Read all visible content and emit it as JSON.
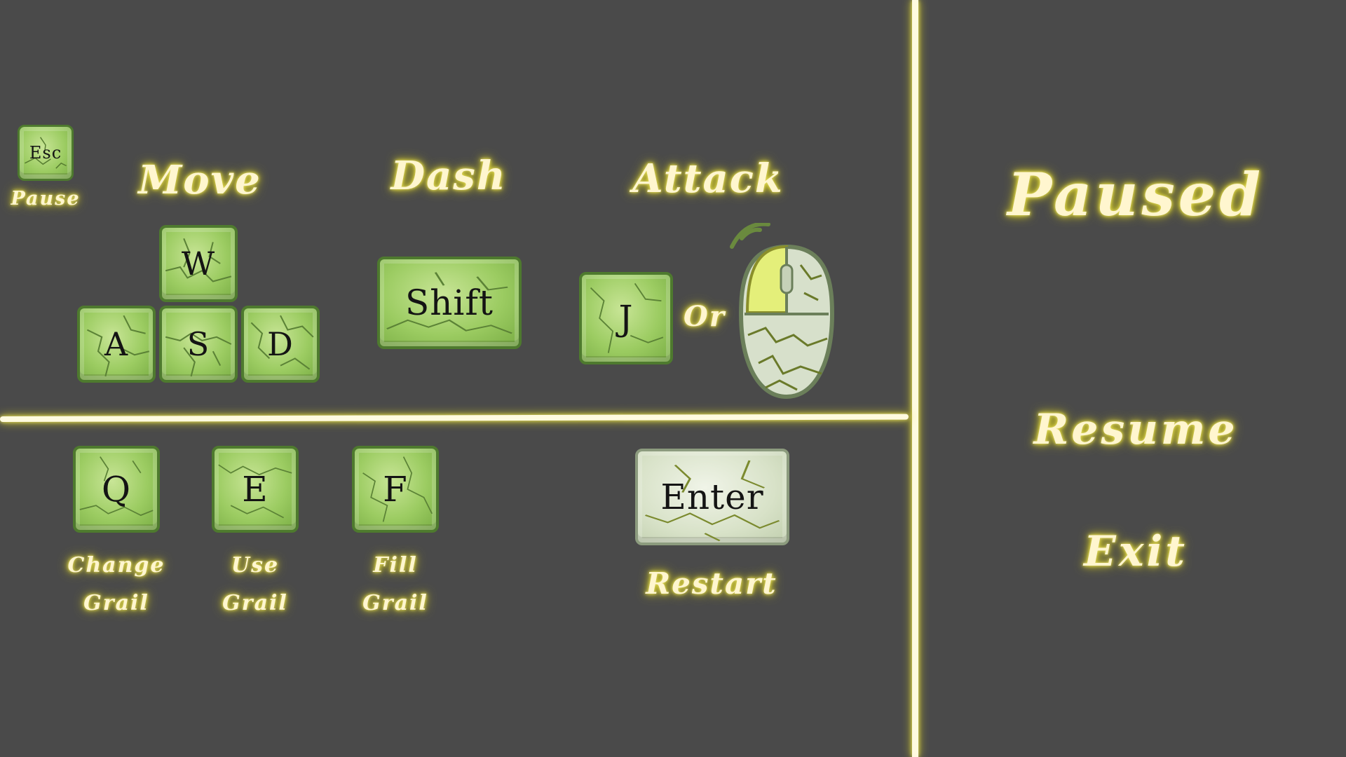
{
  "controls": {
    "pause": {
      "key": "Esc",
      "label": "Pause"
    },
    "move": {
      "title": "Move",
      "keys": [
        "W",
        "A",
        "S",
        "D"
      ]
    },
    "dash": {
      "title": "Dash",
      "key": "Shift"
    },
    "attack": {
      "title": "Attack",
      "key": "J",
      "or_text": "Or",
      "alt_input": "mouse-left-click-icon"
    },
    "grail": [
      {
        "key": "Q",
        "label_line1": "Change",
        "label_line2": "Grail"
      },
      {
        "key": "E",
        "label_line1": "Use",
        "label_line2": "Grail"
      },
      {
        "key": "F",
        "label_line1": "Fill",
        "label_line2": "Grail"
      }
    ],
    "restart": {
      "key": "Enter",
      "label": "Restart"
    }
  },
  "menu": {
    "title": "Paused",
    "items": [
      {
        "label": "Resume"
      },
      {
        "label": "Exit"
      }
    ]
  },
  "colors": {
    "background": "#4a4a4a",
    "glow": "#d7cf2a",
    "key_green": "#9ccc62",
    "key_border": "#4e7a2e",
    "key_pale": "#d8e2c8",
    "mouse_button_highlight": "#e4ef7a"
  }
}
